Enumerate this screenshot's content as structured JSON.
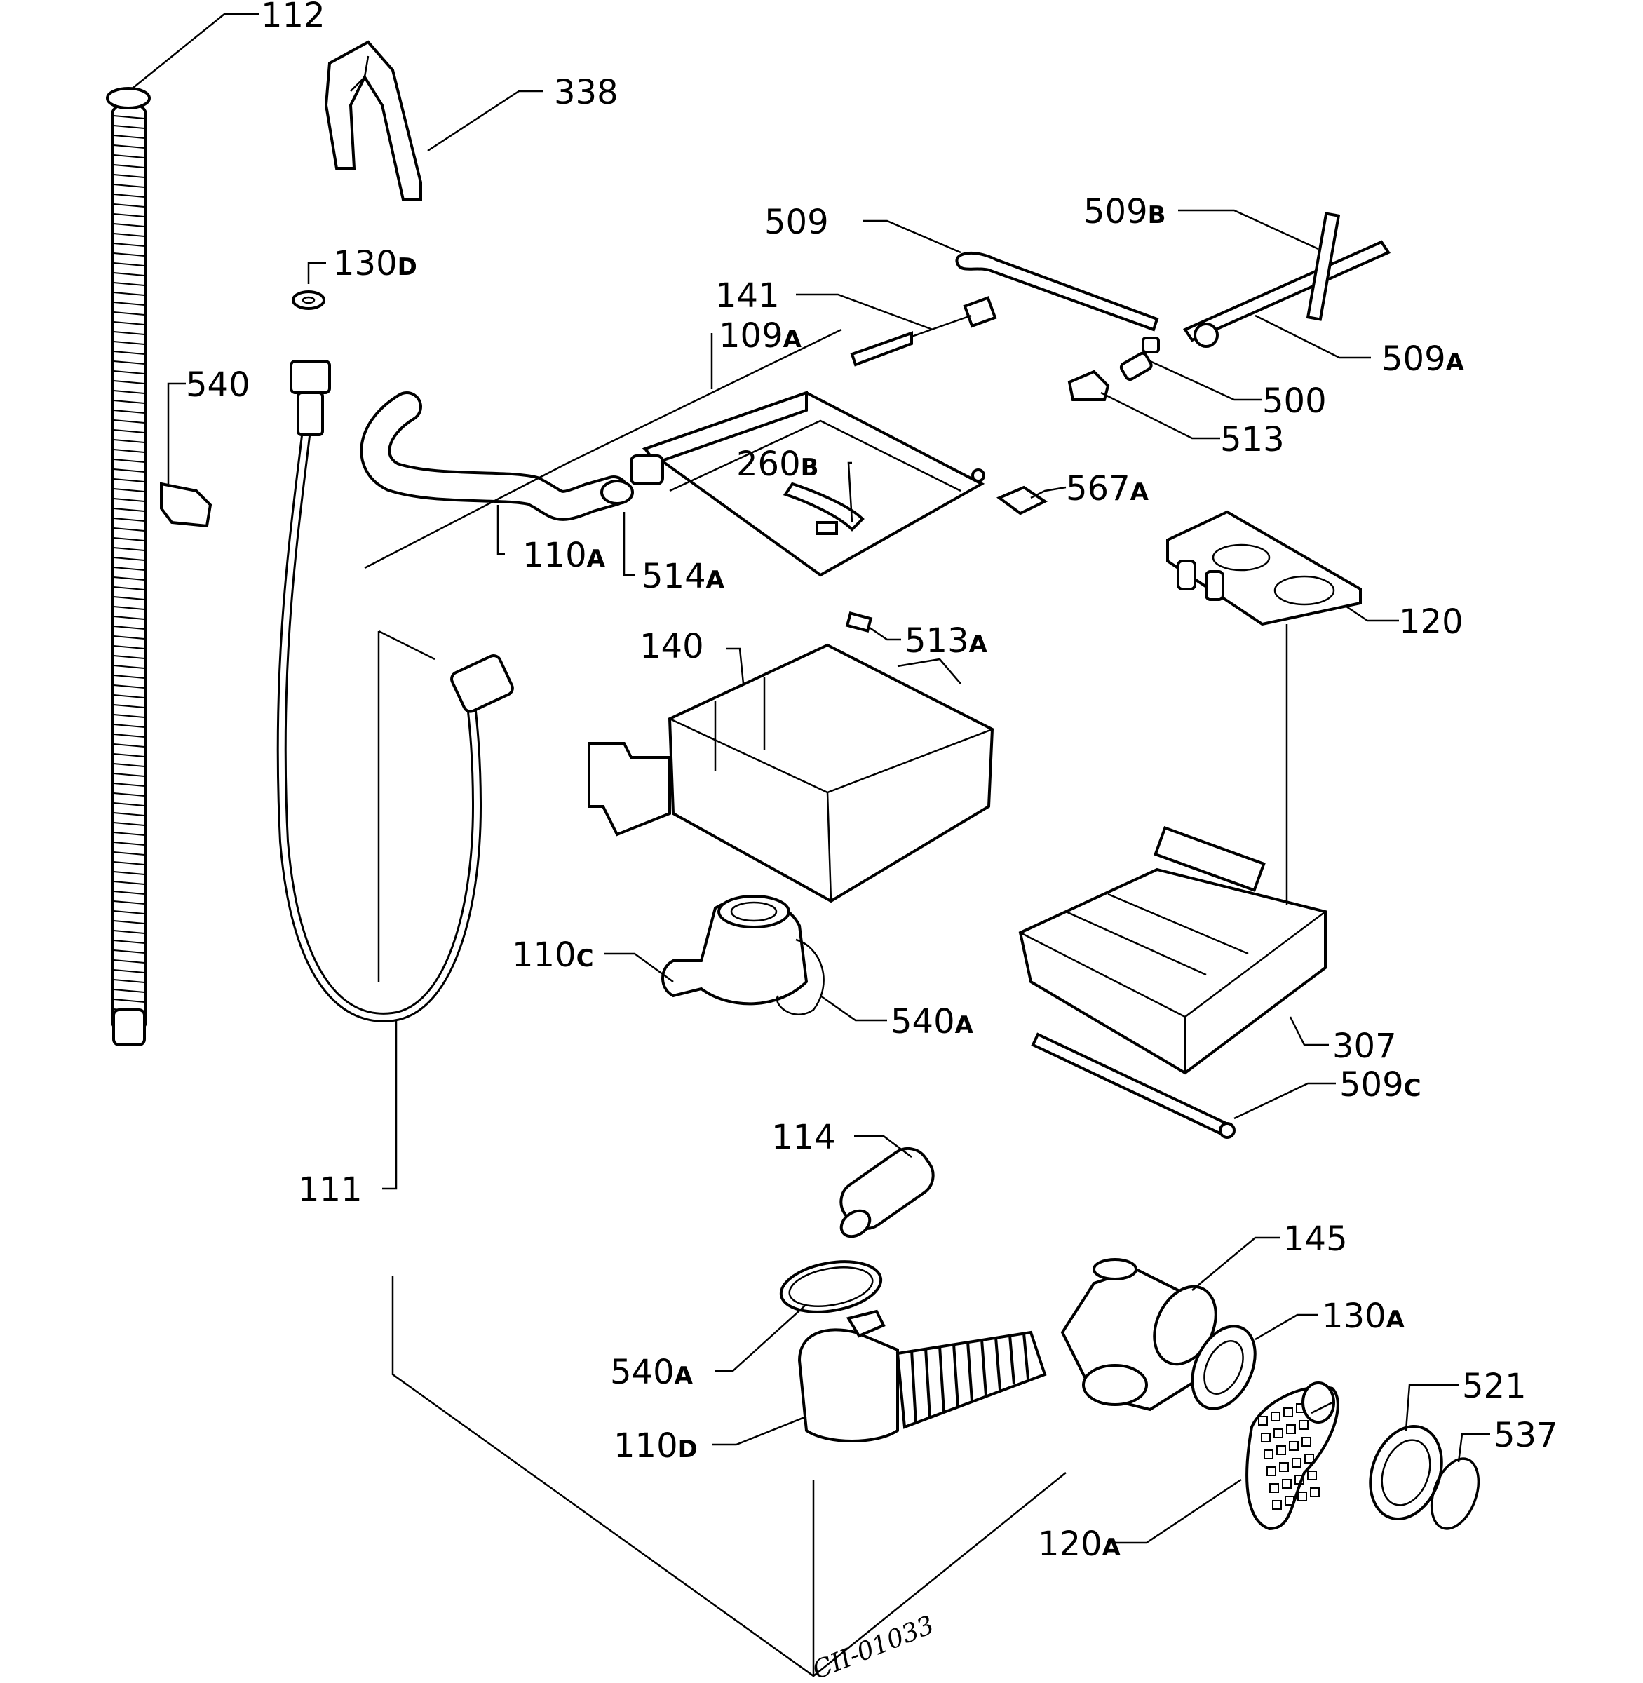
{
  "diagram": {
    "drawing_code": "CII-01033",
    "labels": [
      {
        "id": "112",
        "num": "112",
        "suffix": ""
      },
      {
        "id": "338",
        "num": "338",
        "suffix": ""
      },
      {
        "id": "509",
        "num": "509",
        "suffix": ""
      },
      {
        "id": "509b",
        "num": "509",
        "suffix": "B"
      },
      {
        "id": "130d",
        "num": "130",
        "suffix": "D"
      },
      {
        "id": "141",
        "num": "141",
        "suffix": ""
      },
      {
        "id": "109a",
        "num": "109",
        "suffix": "A"
      },
      {
        "id": "509a",
        "num": "509",
        "suffix": "A"
      },
      {
        "id": "540",
        "num": "540",
        "suffix": ""
      },
      {
        "id": "500",
        "num": "500",
        "suffix": ""
      },
      {
        "id": "513",
        "num": "513",
        "suffix": ""
      },
      {
        "id": "260b",
        "num": "260",
        "suffix": "B"
      },
      {
        "id": "567a",
        "num": "567",
        "suffix": "A"
      },
      {
        "id": "110a",
        "num": "110",
        "suffix": "A"
      },
      {
        "id": "514a",
        "num": "514",
        "suffix": "A"
      },
      {
        "id": "120",
        "num": "120",
        "suffix": ""
      },
      {
        "id": "513a",
        "num": "513",
        "suffix": "A"
      },
      {
        "id": "140",
        "num": "140",
        "suffix": ""
      },
      {
        "id": "110c",
        "num": "110",
        "suffix": "C"
      },
      {
        "id": "540a_top",
        "num": "540",
        "suffix": "A"
      },
      {
        "id": "307",
        "num": "307",
        "suffix": ""
      },
      {
        "id": "509c",
        "num": "509",
        "suffix": "C"
      },
      {
        "id": "114",
        "num": "114",
        "suffix": ""
      },
      {
        "id": "111",
        "num": "111",
        "suffix": ""
      },
      {
        "id": "145",
        "num": "145",
        "suffix": ""
      },
      {
        "id": "130a",
        "num": "130",
        "suffix": "A"
      },
      {
        "id": "540a_bot",
        "num": "540",
        "suffix": "A"
      },
      {
        "id": "521",
        "num": "521",
        "suffix": ""
      },
      {
        "id": "537",
        "num": "537",
        "suffix": ""
      },
      {
        "id": "110d",
        "num": "110",
        "suffix": "D"
      },
      {
        "id": "120a",
        "num": "120",
        "suffix": "A"
      }
    ]
  }
}
